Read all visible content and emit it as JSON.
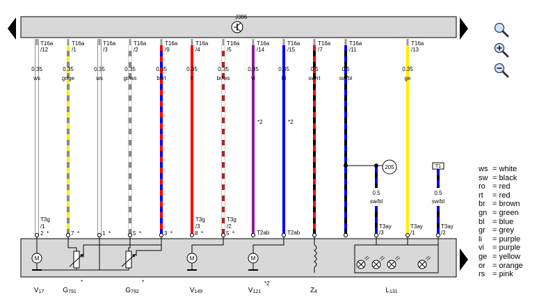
{
  "top_component": "J386",
  "wires": [
    {
      "pin": "/12",
      "size": "0.35",
      "color_code": "ws",
      "colors": [
        "#ffffff"
      ]
    },
    {
      "pin": "/1",
      "size": "0.35",
      "color_code": "gr/ge",
      "colors": [
        "#888888",
        "#ffee00"
      ]
    },
    {
      "pin": "/3",
      "size": "0.35",
      "color_code": "ws",
      "colors": [
        "#ffffff"
      ]
    },
    {
      "pin": "/2",
      "size": "0.35",
      "color_code": "gr/ws",
      "colors": [
        "#888888",
        "#ffffff"
      ]
    },
    {
      "pin": "/9",
      "size": "0.35",
      "color_code": "bl/rt",
      "colors": [
        "#0000ff",
        "#ff0000"
      ]
    },
    {
      "pin": "/4",
      "size": "0.35",
      "color_code": "rt",
      "colors": [
        "#ff0000"
      ]
    },
    {
      "pin": "/5",
      "size": "0.35",
      "color_code": "br/ws",
      "colors": [
        "#a52a2a",
        "#ffffff"
      ]
    },
    {
      "pin": "/14",
      "size": "0.35",
      "color_code": "vi",
      "colors": [
        "#8b1a9b"
      ]
    },
    {
      "pin": "/15",
      "size": "0.35",
      "color_code": "bl",
      "colors": [
        "#0000ff"
      ]
    },
    {
      "pin": "/7",
      "size": "0.5",
      "color_code": "sw/rt",
      "colors": [
        "#000000",
        "#ff0000"
      ]
    },
    {
      "pin": "/11",
      "size": "0.5",
      "color_code": "sw/bl",
      "colors": [
        "#000000",
        "#0000ff"
      ]
    },
    {
      "pin": "/13",
      "size": "0.35",
      "color_code": "ge",
      "colors": [
        "#ffee00"
      ]
    }
  ],
  "connector_label": "T16a",
  "branch_wires": [
    {
      "size": "0.5",
      "color_code": "sw/bl",
      "conn": "T3ay",
      "pin": "/3"
    },
    {
      "size": "0.5",
      "color_code": "sw/bl",
      "conn": "T3ay",
      "pin": "/2"
    }
  ],
  "ground_ref": "205",
  "ground_box": "T1",
  "lower_labels": {
    "t3g_1": "T3g",
    "t3g_1_pin": "/1",
    "t3g_3": "T3g",
    "t3g_3_pin": "/3",
    "t3g_2": "T3g",
    "t3g_2_pin": "/2",
    "t2ab_a": "T2ab",
    "t2ab_b": "T2ab",
    "t3ay_1": "T3ay",
    "t3ay_1_pin": "/1"
  },
  "pin_numbers": [
    "2",
    "7",
    "1",
    "5",
    "3",
    "8",
    "5"
  ],
  "star": "*",
  "note_2": "*2",
  "components": [
    {
      "main": "V",
      "sub": "17"
    },
    {
      "main": "G",
      "sub": "791"
    },
    {
      "main": "G",
      "sub": "792"
    },
    {
      "main": "V",
      "sub": "149"
    },
    {
      "main": "V",
      "sub": "121"
    },
    {
      "main": "Z",
      "sub": "4"
    },
    {
      "main": "L",
      "sub": "131"
    }
  ],
  "component_notes": [
    "*",
    "*",
    "*2"
  ],
  "legend": [
    {
      "code": "ws",
      "name": "white"
    },
    {
      "code": "sw",
      "name": "black"
    },
    {
      "code": "ro",
      "name": "red"
    },
    {
      "code": "rt",
      "name": "red"
    },
    {
      "code": "br",
      "name": "brown"
    },
    {
      "code": "gn",
      "name": "green"
    },
    {
      "code": "bl",
      "name": "blue"
    },
    {
      "code": "gr",
      "name": "grey"
    },
    {
      "code": "li",
      "name": "purple"
    },
    {
      "code": "vi",
      "name": "purple"
    },
    {
      "code": "ge",
      "name": "yellow"
    },
    {
      "code": "or",
      "name": "orange"
    },
    {
      "code": "rs",
      "name": "pink"
    }
  ],
  "legend_separator": "=",
  "icons": [
    "zoom-out-icon",
    "zoom-in-icon",
    "zoom-reset-icon",
    "arrow-left-icon",
    "arrow-right-icon"
  ]
}
